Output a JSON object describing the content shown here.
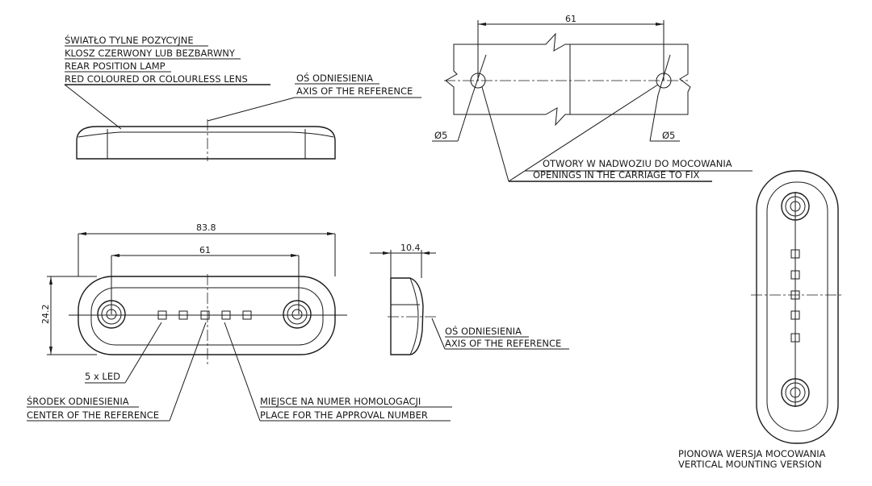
{
  "top_view_labels": {
    "lamp_pl_1": "ŚWIATŁO TYLNE POZYCYJNE",
    "lamp_pl_2": "KLOSZ CZERWONY LUB BEZBARWNY",
    "lamp_en_1": "REAR POSITION LAMP",
    "lamp_en_2": "RED COLOURED OR COLOURLESS LENS",
    "axis_pl": "OŚ ODNIESIENIA",
    "axis_en": "AXIS OF THE REFERENCE"
  },
  "mounting_holes": {
    "spacing": "61",
    "diameter_left": "Ø5",
    "diameter_right": "Ø5",
    "openings_pl": "OTWORY W NADWOZIU DO MOCOWANIA",
    "openings_en": "OPENINGS IN THE CARRIAGE TO FIX"
  },
  "front_view": {
    "overall_width": "83.8",
    "hole_spacing": "61",
    "height": "24.2",
    "led_label": "5 x LED",
    "center_pl": "ŚRODEK ODNIESIENIA",
    "center_en": "CENTER OF THE REFERENCE",
    "approval_pl": "MIEJSCE NA NUMER HOMOLOGACJI",
    "approval_en": "PLACE FOR THE APPROVAL NUMBER"
  },
  "side_view": {
    "depth": "10.4",
    "axis_pl": "OŚ ODNIESIENIA",
    "axis_en": "AXIS OF THE REFERENCE"
  },
  "vertical_view": {
    "caption_pl": "PIONOWA WERSJA MOCOWANIA",
    "caption_en": "VERTICAL MOUNTING VERSION"
  }
}
